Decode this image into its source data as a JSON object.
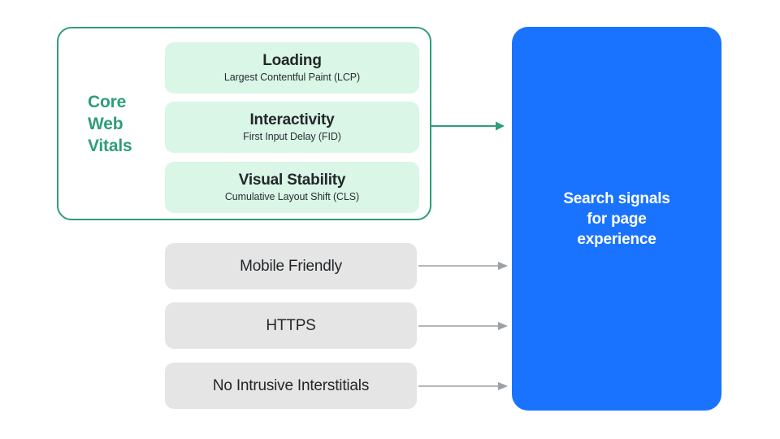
{
  "diagram": {
    "title": "Search signals for page experience",
    "colors": {
      "accent_green": "#2E9E76",
      "mint_fill": "#D9F6E7",
      "gray_fill": "#E5E5E6",
      "blue_fill": "#1A73FF",
      "arrow_gray": "#9AA0A6",
      "text_dark": "#232729",
      "text_white": "#FFFFFF",
      "background": "#FFFFFF"
    }
  },
  "core_web_vitals": {
    "label_lines": [
      "Core",
      "Web",
      "Vitals"
    ],
    "metrics": [
      {
        "title": "Loading",
        "subtitle": "Largest Contentful Paint (LCP)",
        "abbr": "LCP"
      },
      {
        "title": "Interactivity",
        "subtitle": "First Input Delay (FID)",
        "abbr": "FID"
      },
      {
        "title": "Visual Stability",
        "subtitle": "Cumulative Layout Shift (CLS)",
        "abbr": "CLS"
      }
    ]
  },
  "other_signals": [
    {
      "label": "Mobile Friendly"
    },
    {
      "label": "HTTPS"
    },
    {
      "label": "No Intrusive Interstitials"
    }
  ],
  "outcome": {
    "lines": [
      "Search signals",
      "for page",
      "experience"
    ]
  },
  "arrows": {
    "green": {
      "name": "arrow-core-web-vitals-to-outcome",
      "color": "#2E9E76"
    },
    "gray": {
      "name": "arrow-signal-to-outcome",
      "color": "#9AA0A6"
    }
  }
}
